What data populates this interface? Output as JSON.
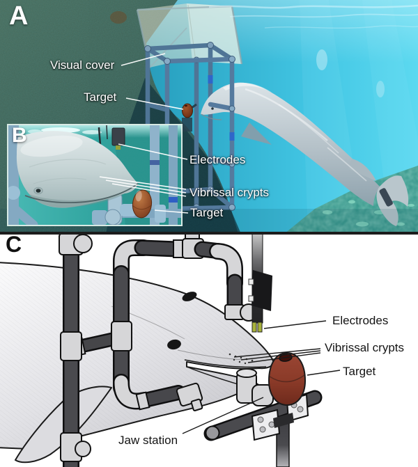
{
  "panel_a": {
    "letter": "A",
    "visual_cover_label": "Visual cover",
    "target_label": "Target"
  },
  "panel_b": {
    "letter": "B",
    "electrodes_label": "Electrodes",
    "vibrissal_label": "Vibrissal crypts",
    "target_label": "Target"
  },
  "panel_c": {
    "letter": "C",
    "electrodes_label": "Electrodes",
    "vibrissal_label": "Vibrissal crypts",
    "target_label": "Target",
    "jaw_label": "Jaw station"
  },
  "colors": {
    "water_cyan": "#3fc4e2",
    "wall_teal": "#3c6457",
    "target_red": "#8a3a28",
    "electrode_tip": "#a8b23c",
    "pipe_dark": "#4a4a4e",
    "pipe_connector": "#d6d6d8",
    "photo_pipe_blue": "#4f7596"
  }
}
